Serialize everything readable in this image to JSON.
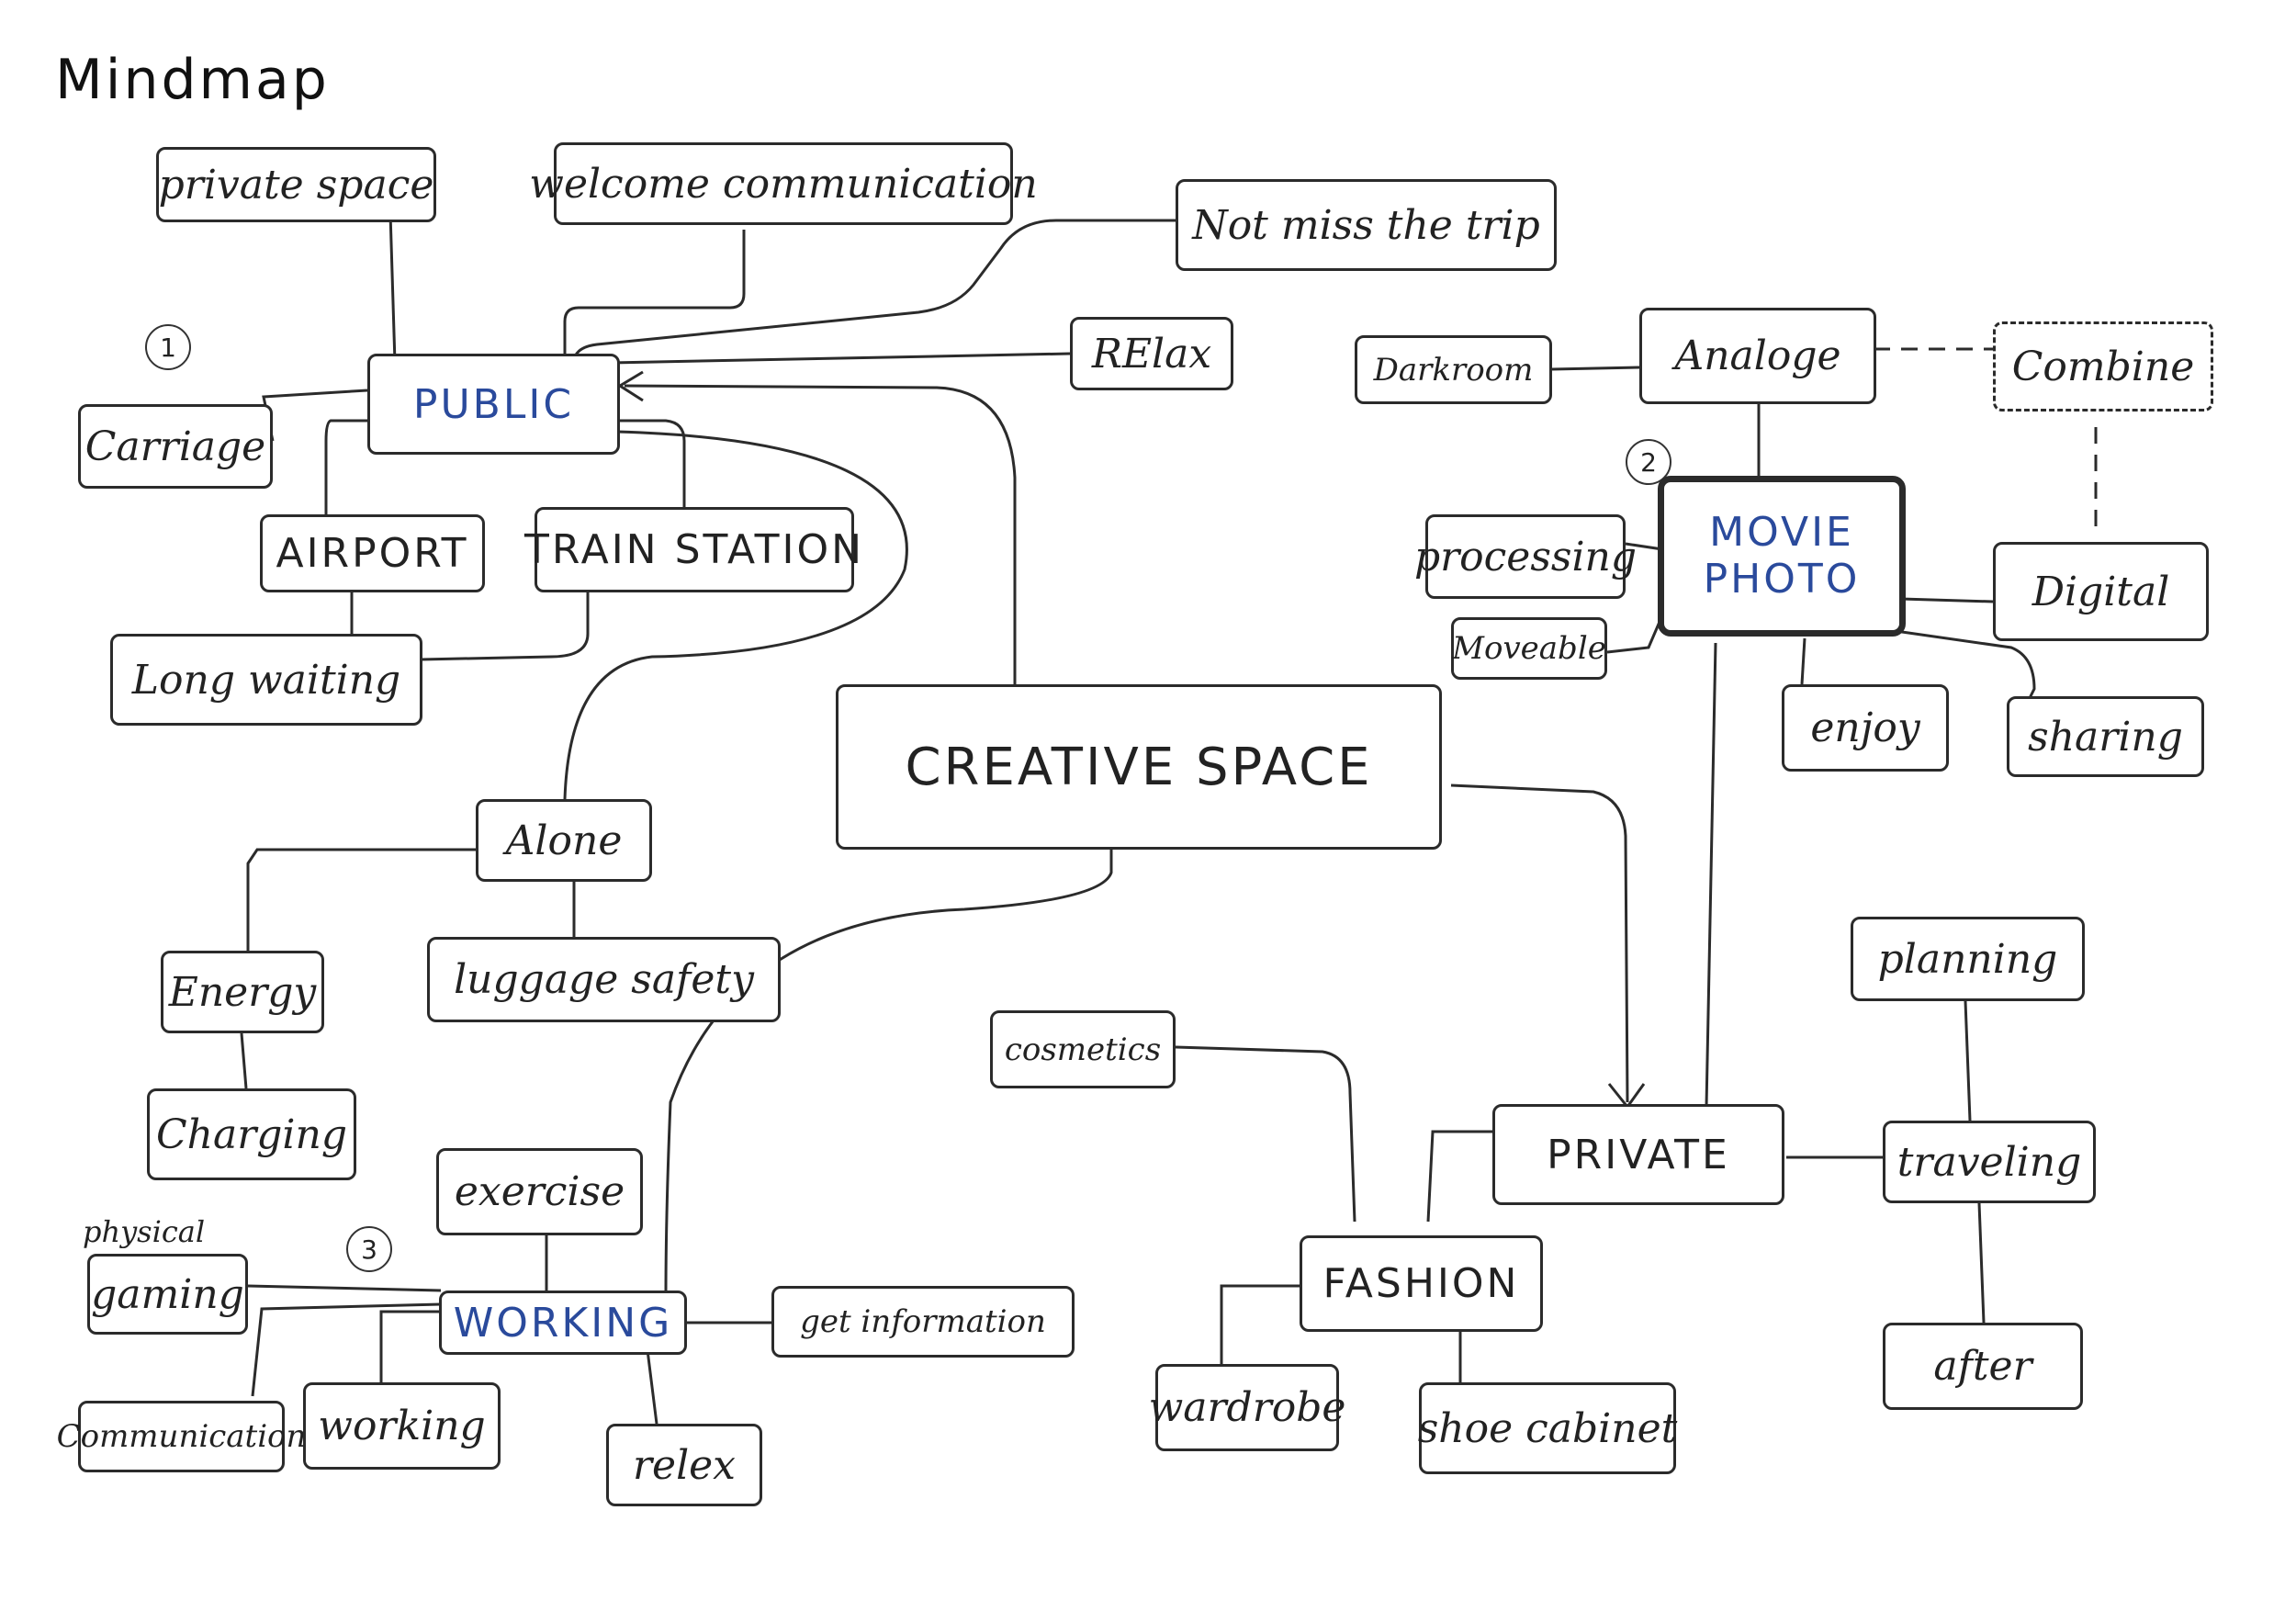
{
  "title": "Mindmap",
  "nodes": {
    "creative_space": "CREATIVE SPACE",
    "public": "PUBLIC",
    "private_space": "private space",
    "welcome_communication": "welcome communication",
    "not_miss_the_trip": "Not miss the trip",
    "relax_top": "RElax",
    "carriage": "Carriage",
    "airport": "AIRPORT",
    "train_station": "TRAIN STATION",
    "long_waiting": "Long waiting",
    "alone": "Alone",
    "energy": "Energy",
    "charging": "Charging",
    "luggage_safety": "luggage safety",
    "darkroom": "Darkroom",
    "analoge": "Analoge",
    "combine": "Combine",
    "movie": "MOVIE",
    "photo": "PHOTO",
    "processing": "processing",
    "moveable": "Moveable",
    "digital": "Digital",
    "enjoy": "enjoy",
    "sharing": "sharing",
    "planning": "planning",
    "traveling": "traveling",
    "after": "after",
    "private": "PRIVATE",
    "cosmetics": "cosmetics",
    "fashion": "FASHION",
    "wardrobe": "wardrobe",
    "shoe_cabinet": "shoe cabinet",
    "exercise": "exercise",
    "working_hub": "WORKING",
    "gaming": "gaming",
    "get_information": "get information",
    "communication": "Communication",
    "working": "working",
    "relex": "relex"
  },
  "annotations": {
    "physical": "physical"
  },
  "markers": {
    "public": "1",
    "movie_photo": "2",
    "working": "3"
  }
}
